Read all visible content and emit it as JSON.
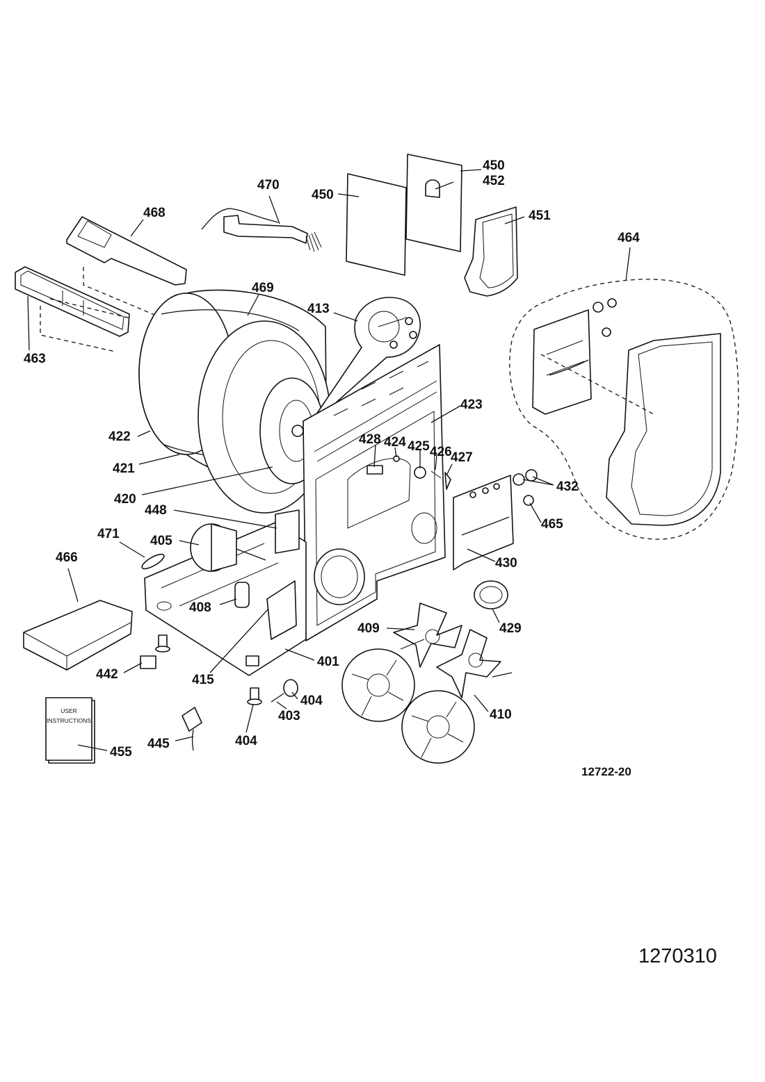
{
  "callouts": [
    {
      "id": "468",
      "text": "468"
    },
    {
      "id": "470",
      "text": "470"
    },
    {
      "id": "450a",
      "text": "450"
    },
    {
      "id": "450b",
      "text": "450"
    },
    {
      "id": "452",
      "text": "452"
    },
    {
      "id": "451",
      "text": "451"
    },
    {
      "id": "464",
      "text": "464"
    },
    {
      "id": "469",
      "text": "469"
    },
    {
      "id": "413",
      "text": "413"
    },
    {
      "id": "463",
      "text": "463"
    },
    {
      "id": "422",
      "text": "422"
    },
    {
      "id": "421",
      "text": "421"
    },
    {
      "id": "420",
      "text": "420"
    },
    {
      "id": "423",
      "text": "423"
    },
    {
      "id": "428",
      "text": "428"
    },
    {
      "id": "424",
      "text": "424"
    },
    {
      "id": "425",
      "text": "425"
    },
    {
      "id": "426",
      "text": "426"
    },
    {
      "id": "427",
      "text": "427"
    },
    {
      "id": "432",
      "text": "432"
    },
    {
      "id": "448",
      "text": "448"
    },
    {
      "id": "465",
      "text": "465"
    },
    {
      "id": "471",
      "text": "471"
    },
    {
      "id": "405",
      "text": "405"
    },
    {
      "id": "466",
      "text": "466"
    },
    {
      "id": "430",
      "text": "430"
    },
    {
      "id": "408",
      "text": "408"
    },
    {
      "id": "429",
      "text": "429"
    },
    {
      "id": "409",
      "text": "409"
    },
    {
      "id": "401",
      "text": "401"
    },
    {
      "id": "442",
      "text": "442"
    },
    {
      "id": "415",
      "text": "415"
    },
    {
      "id": "404a",
      "text": "404"
    },
    {
      "id": "403",
      "text": "403"
    },
    {
      "id": "410",
      "text": "410"
    },
    {
      "id": "445",
      "text": "445"
    },
    {
      "id": "404b",
      "text": "404"
    },
    {
      "id": "455",
      "text": "455"
    }
  ],
  "manual_cover": {
    "line1": "USER",
    "line2": "INSTRUCTIONS"
  },
  "drawing_number": "12722-20",
  "page_number": "1270310"
}
